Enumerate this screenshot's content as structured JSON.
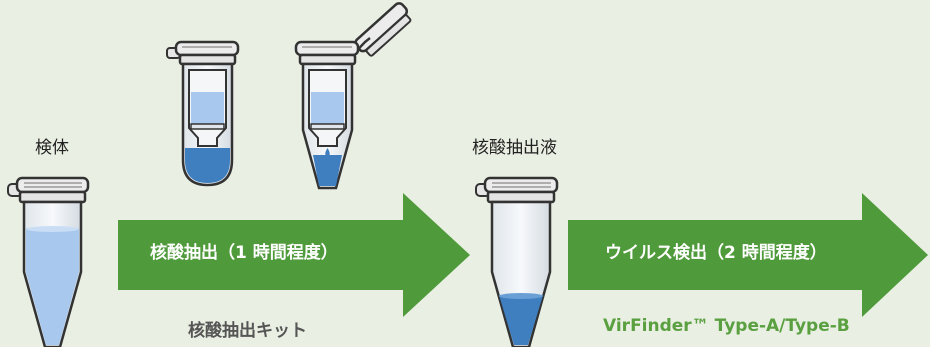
{
  "labels": {
    "sample": "検体",
    "extract": "核酸抽出液",
    "kit": "核酸抽出キット",
    "product": "VirFinder™ Type-A/Type-B"
  },
  "arrows": {
    "extraction": "核酸抽出（1 時間程度）",
    "detection": "ウイルス検出（2 時間程度）"
  },
  "colors": {
    "background": "#e9efe2",
    "arrow": "#4f9a3a",
    "arrow_text": "#ffffff",
    "product_text": "#5aa040",
    "liquid_light": "#a9c8ee",
    "liquid_dark": "#3f7fc0"
  },
  "icons": {
    "sample_tube": "microcentrifuge-tube-icon",
    "column_tube_closed": "spin-column-tube-icon",
    "column_tube_open": "spin-column-open-tube-icon",
    "extract_tube": "microcentrifuge-tube-icon"
  }
}
